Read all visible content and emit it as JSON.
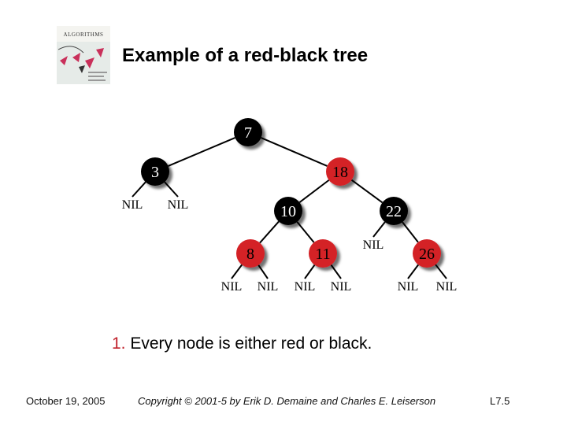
{
  "title": "Example of a red-black tree",
  "book": {
    "label": "ALGORITHMS"
  },
  "tree": {
    "nodes": [
      {
        "key": "7",
        "color": "black",
        "parent": null
      },
      {
        "key": "3",
        "color": "black",
        "parent": "7"
      },
      {
        "key": "18",
        "color": "red",
        "parent": "7"
      },
      {
        "key": "10",
        "color": "black",
        "parent": "18"
      },
      {
        "key": "22",
        "color": "black",
        "parent": "18"
      },
      {
        "key": "8",
        "color": "red",
        "parent": "10"
      },
      {
        "key": "11",
        "color": "red",
        "parent": "10"
      },
      {
        "key": "26",
        "color": "red",
        "parent": "22"
      }
    ],
    "nil_label": "NIL",
    "colors": {
      "red": "#d42027",
      "black": "#000000",
      "key_text_on_black": "#ffffff",
      "edge": "#000000"
    }
  },
  "property": {
    "number": "1.",
    "text": " Every node is either red or black.",
    "number_color": "#c0202a"
  },
  "footer": {
    "date": "October 19, 2005",
    "copyright": "Copyright © 2001-5 by Erik D. Demaine and Charles E. Leiserson",
    "slide": "L7.5"
  }
}
